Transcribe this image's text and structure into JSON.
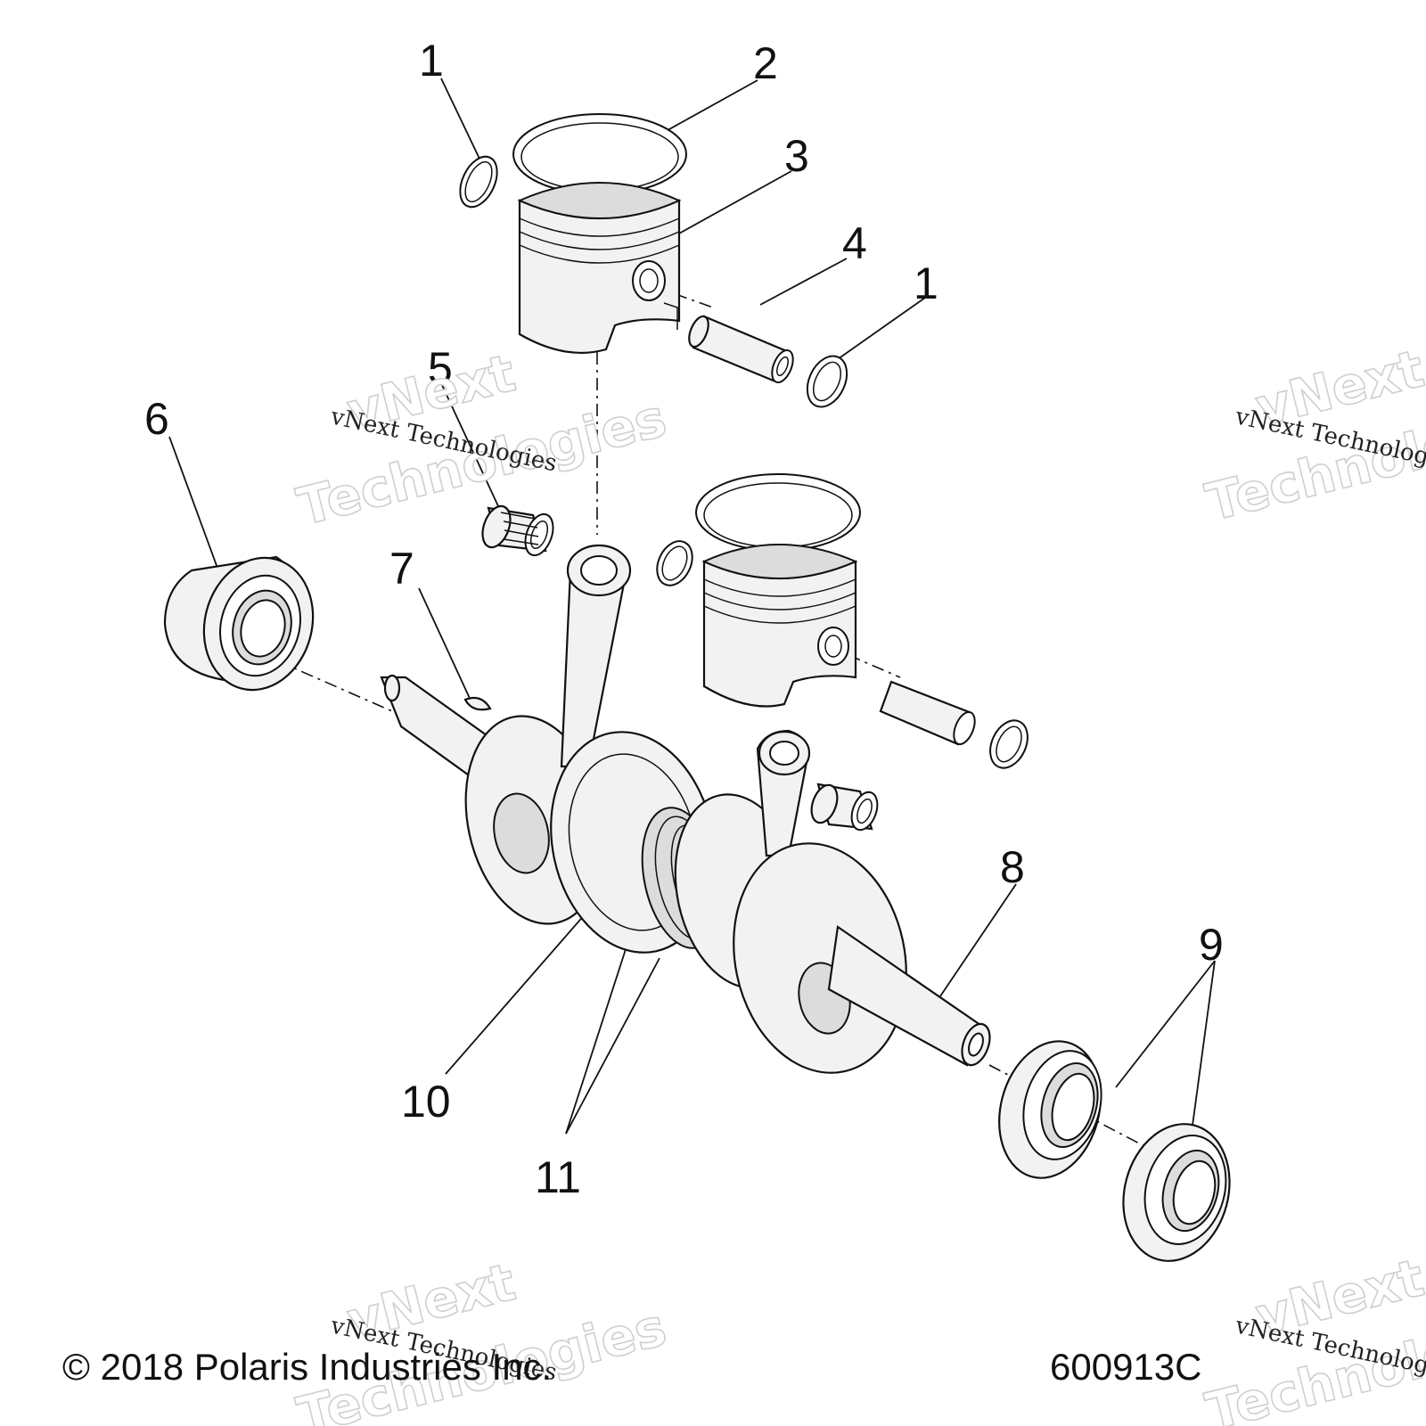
{
  "diagram": {
    "callouts": [
      {
        "id": "c1a",
        "label": "1"
      },
      {
        "id": "c2",
        "label": "2"
      },
      {
        "id": "c3",
        "label": "3"
      },
      {
        "id": "c4",
        "label": "4"
      },
      {
        "id": "c1b",
        "label": "1"
      },
      {
        "id": "c5",
        "label": "5"
      },
      {
        "id": "c6",
        "label": "6"
      },
      {
        "id": "c7",
        "label": "7"
      },
      {
        "id": "c8",
        "label": "8"
      },
      {
        "id": "c9",
        "label": "9"
      },
      {
        "id": "c10",
        "label": "10"
      },
      {
        "id": "c11",
        "label": "11"
      }
    ],
    "parts": [
      {
        "id": "retaining-ring",
        "icon": "circlip-icon"
      },
      {
        "id": "piston-ring",
        "icon": "piston-ring-icon"
      },
      {
        "id": "piston",
        "icon": "piston-icon"
      },
      {
        "id": "piston-pin",
        "icon": "pin-icon"
      },
      {
        "id": "needle-bearing",
        "icon": "needle-bearing-icon"
      },
      {
        "id": "main-bearing",
        "icon": "ball-bearing-icon"
      },
      {
        "id": "woodruff-key",
        "icon": "key-icon"
      },
      {
        "id": "crankshaft",
        "icon": "crankshaft-icon"
      },
      {
        "id": "bearing-seal",
        "icon": "seal-icon"
      },
      {
        "id": "center-bearing",
        "icon": "bearing-icon"
      },
      {
        "id": "labyrinth-seal",
        "icon": "seal-icon"
      }
    ]
  },
  "watermark": {
    "brand_a": "vNext",
    "brand_b": "Technologies",
    "caption": "vNext Technologies"
  },
  "footer": {
    "copyright": "© 2018 Polaris Industries Inc.",
    "diagram_id": "600913C"
  }
}
